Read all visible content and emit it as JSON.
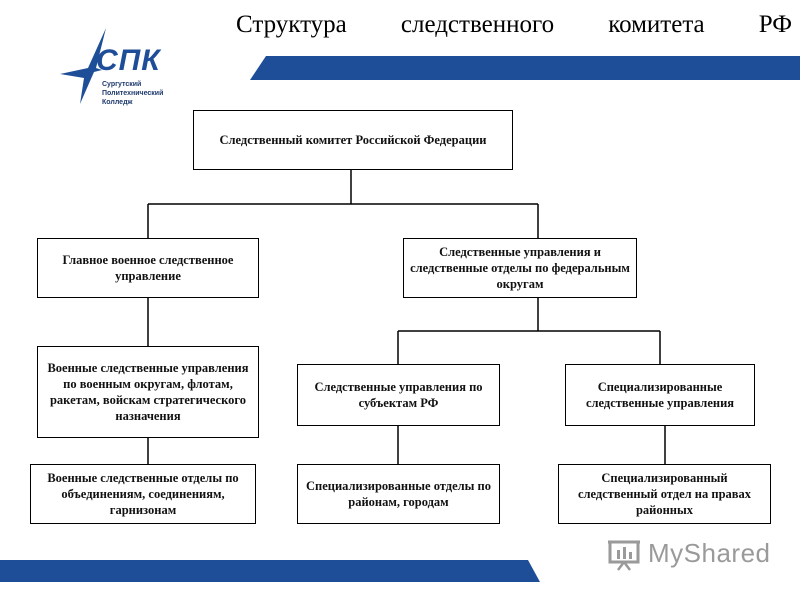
{
  "slide": {
    "title": "Структура следственного комитета РФ"
  },
  "logo": {
    "abbr": "СПК",
    "lines": [
      "Сургутский",
      "Политехнический",
      "Колледж"
    ]
  },
  "watermark": {
    "text": "MyShared"
  },
  "diagram": {
    "nodes": {
      "root": "Следственный комитет Российской Федерации",
      "gvsu": "Главное военное следственное управление",
      "su_fo": "Следственные управления и следственные отделы по федеральным округам",
      "vsu": "Военные следственные управления по военным округам, флотам, ракетам, войскам стратегического назначения",
      "vso": "Военные следственные отделы по объединениям, соединениям, гарнизонам",
      "su_subj": "Следственные управления по субъектам РФ",
      "spec_su": "Специализированные следственные управления",
      "spec_otd": "Специализированные отделы по районам, городам",
      "spec_so": "Специализированный следственный отдел на правах районных"
    }
  },
  "colors": {
    "accent": "#1f4e99",
    "watermark": "#9a9a9a"
  }
}
